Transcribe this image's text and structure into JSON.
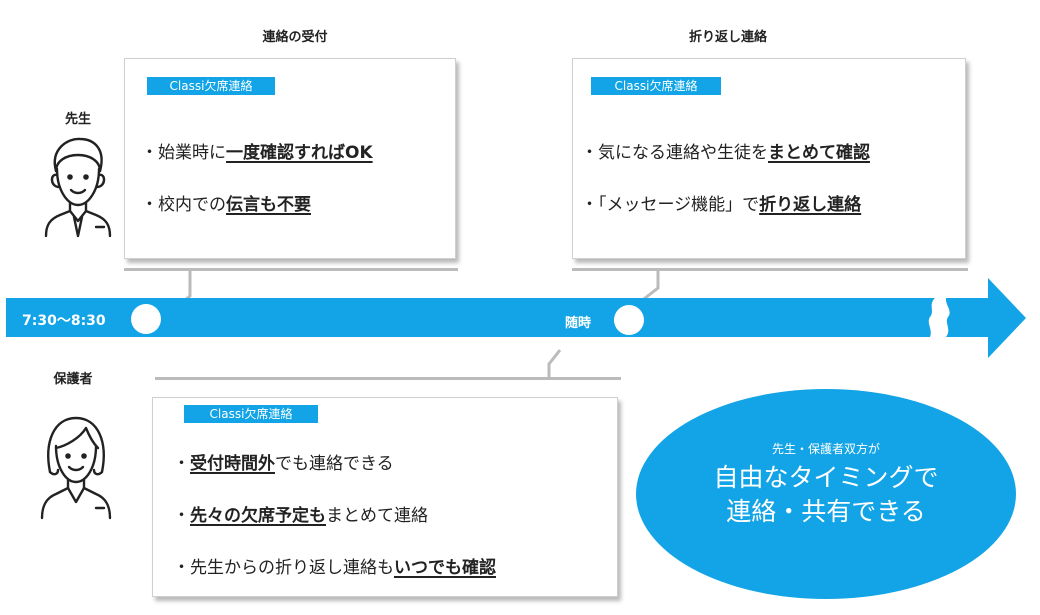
{
  "sections": {
    "reception_title": "連絡の受付",
    "reply_title": "折り返し連絡"
  },
  "roles": {
    "teacher": "先生",
    "parent": "保護者"
  },
  "timeline": {
    "start_time": "7:30〜8:30",
    "anytime": "随時",
    "color": "#12a4e6"
  },
  "teacher_reception_card": {
    "tag": "Classi欠席連絡",
    "items": [
      {
        "prefix": "・始業時に",
        "emphasis": "一度確認すればOK",
        "suffix": ""
      },
      {
        "prefix": "・校内での",
        "emphasis": "伝言も不要",
        "suffix": ""
      }
    ]
  },
  "teacher_reply_card": {
    "tag": "Classi欠席連絡",
    "items": [
      {
        "prefix": "・気になる連絡や生徒を",
        "emphasis": "まとめて確認",
        "suffix": ""
      },
      {
        "prefix": "・「メッセージ機能」で",
        "emphasis": "折り返し連絡",
        "suffix": ""
      }
    ]
  },
  "parent_card": {
    "tag": "Classi欠席連絡",
    "items": [
      {
        "prefix": "・",
        "emphasis": "受付時間外",
        "suffix": "でも連絡できる"
      },
      {
        "prefix": "・",
        "emphasis": "先々の欠席予定も",
        "suffix": "まとめて連絡"
      },
      {
        "prefix": "・先生からの折り返し連絡も",
        "emphasis": "いつでも確認",
        "suffix": ""
      }
    ]
  },
  "summary": {
    "subtitle": "先生・保護者双方が",
    "line1": "自由なタイミングで",
    "line2": "連絡・共有できる"
  },
  "colors": {
    "accent": "#12a4e6",
    "ellipse": "#12a4e6"
  }
}
